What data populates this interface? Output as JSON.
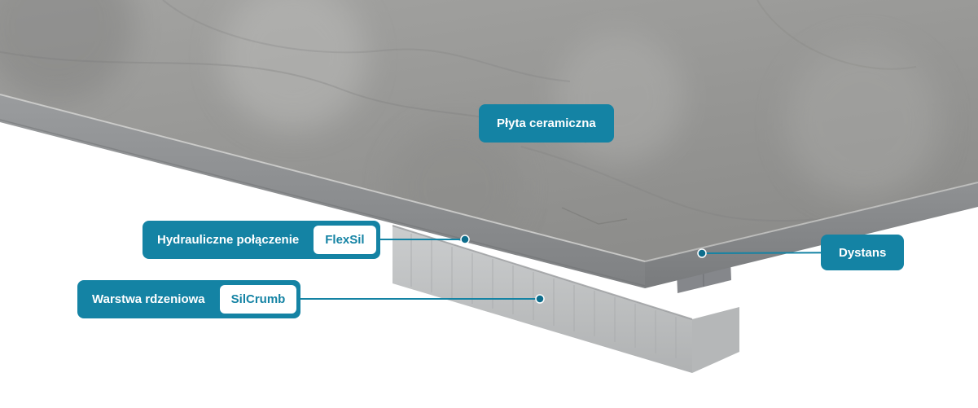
{
  "diagram": {
    "badges": {
      "ceramic_plate": "Płyta ceramiczna",
      "hydraulic_connection": "Hydrauliczne połączenie",
      "hydraulic_product": "FlexSil",
      "core_layer": "Warstwa rdzeniowa",
      "core_product": "SilCrumb",
      "spacer": "Dystans"
    },
    "colors": {
      "badge_background": "#1483a4",
      "product_text": "#1483a4",
      "connector": "#1483a4",
      "anchor_dot": "#0e6d8c",
      "tile_top_surface": "#9a9a98",
      "tile_edge": "#8a8c8e",
      "core_block": "#c3c5c6",
      "background": "#ffffff"
    }
  }
}
